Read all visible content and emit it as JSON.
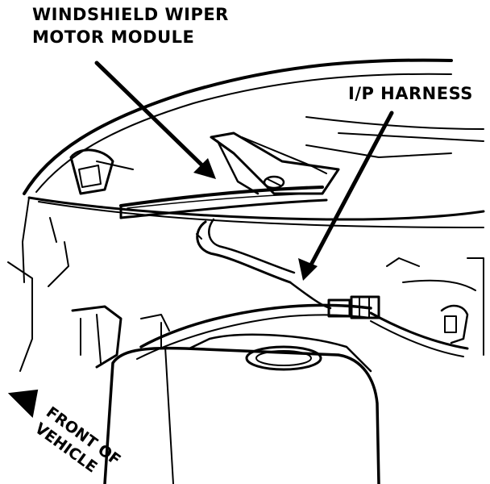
{
  "diagram": {
    "callouts": {
      "wiper_motor_module": {
        "line1": "WINDSHIELD WIPER",
        "line2": "MOTOR MODULE"
      },
      "ip_harness": {
        "label": "I/P HARNESS"
      }
    },
    "orientation": {
      "line1": "FRONT OF",
      "line2": "VEHICLE",
      "icon": "direction-arrow-icon"
    },
    "colors": {
      "ink": "#000000",
      "paper": "#ffffff"
    }
  }
}
